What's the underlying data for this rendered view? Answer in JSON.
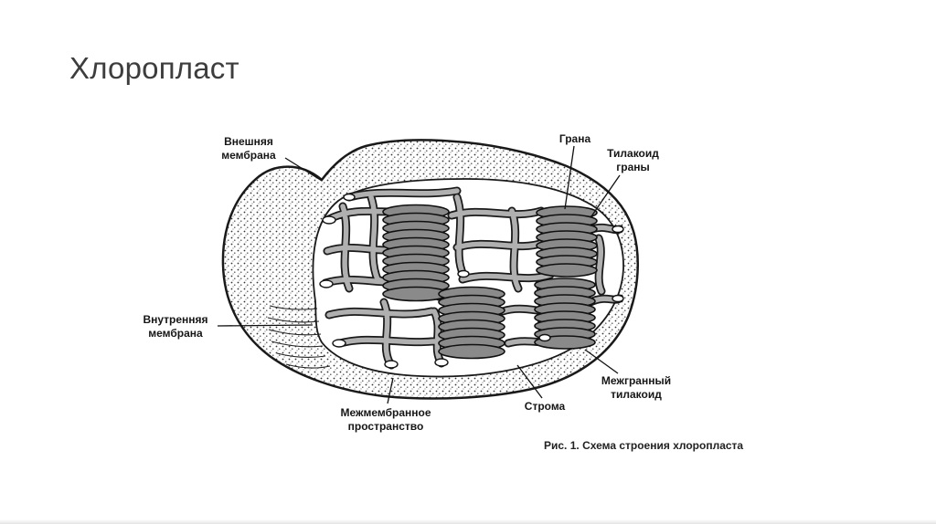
{
  "slide": {
    "title": "Хлоропласт"
  },
  "figure": {
    "caption": "Рис. 1. Схема строения хлоропласта",
    "labels": {
      "outer_membrane": "Внешняя мембрана",
      "grana": "Грана",
      "grana_thylakoid": "Тилакоид граны",
      "inner_membrane": "Внутренняя мембрана",
      "intermembrane_space": "Межмембранное пространство",
      "stroma": "Строма",
      "intergranal_thylakoid": "Межгранный тилакоид"
    },
    "colors": {
      "outline": "#1a1a1a",
      "tube_fill": "#b0b0b0",
      "granum_fill": "#8a8a8a",
      "background": "#ffffff"
    }
  }
}
